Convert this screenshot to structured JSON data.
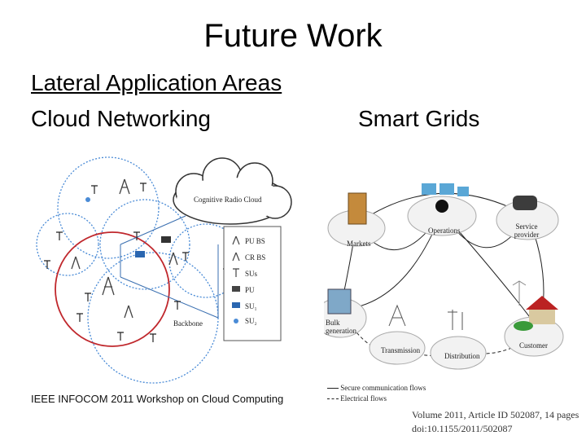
{
  "slide": {
    "title": "Future Work",
    "subtitle": "Lateral Application Areas",
    "left_heading": "Cloud Networking",
    "right_heading": "Smart Grids"
  },
  "cloud_figure": {
    "cloud_label": "Cognitive Radio Cloud",
    "backbone_label": "Backbone",
    "legend": [
      "PU BS",
      "CR BS",
      "SUs",
      "PU",
      "SU₁",
      "SU₂"
    ],
    "caption": "IEEE INFOCOM 2011 Workshop on Cloud Computing"
  },
  "grid_figure": {
    "nodes": [
      "Markets",
      "Operations",
      "Service provider",
      "Bulk generation",
      "Transmission",
      "Distribution",
      "Customer"
    ],
    "legend": [
      "Secure communication flows",
      "Electrical flows"
    ],
    "citation_line1": "Volume 2011, Article ID 502087, 14 pages",
    "citation_line2": "doi:10.1155/2011/502087"
  }
}
